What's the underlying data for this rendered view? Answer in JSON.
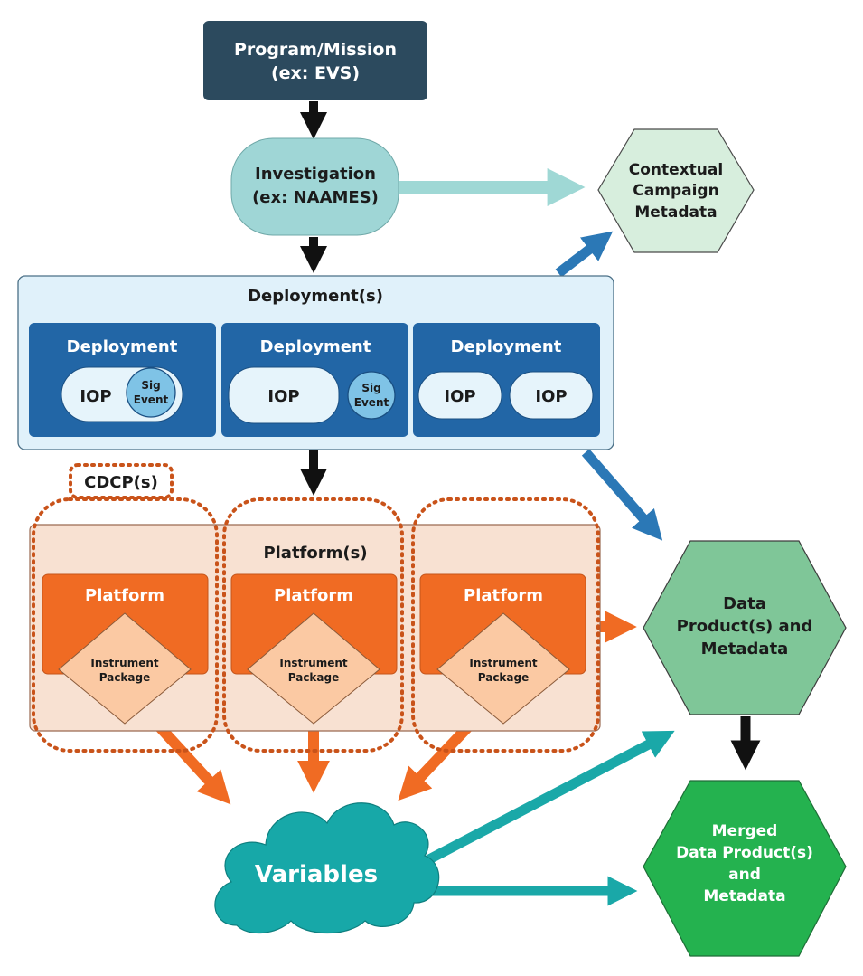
{
  "program": {
    "line1": "Program/Mission",
    "line2": "(ex: EVS)"
  },
  "investigation": {
    "line1": "Investigation",
    "line2": "(ex: NAAMES)"
  },
  "contextual": {
    "line1": "Contextual",
    "line2": "Campaign",
    "line3": "Metadata"
  },
  "deployments": {
    "title": "Deployment(s)",
    "items": [
      {
        "label": "Deployment",
        "iop": "IOP",
        "sig_line1": "Sig",
        "sig_line2": "Event"
      },
      {
        "label": "Deployment",
        "iop": "IOP",
        "sig_line1": "Sig",
        "sig_line2": "Event"
      },
      {
        "label": "Deployment",
        "iop1": "IOP",
        "iop2": "IOP"
      }
    ]
  },
  "cdcp": {
    "label": "CDCP(s)"
  },
  "platforms": {
    "title": "Platform(s)",
    "items": [
      {
        "label": "Platform",
        "pkg_line1": "Instrument",
        "pkg_line2": "Package"
      },
      {
        "label": "Platform",
        "pkg_line1": "Instrument",
        "pkg_line2": "Package"
      },
      {
        "label": "Platform",
        "pkg_line1": "Instrument",
        "pkg_line2": "Package"
      }
    ]
  },
  "data_product": {
    "line1": "Data",
    "line2": "Product(s) and",
    "line3": "Metadata"
  },
  "variables": {
    "label": "Variables"
  },
  "merged": {
    "line1": "Merged",
    "line2": "Data Product(s)",
    "line3": "and",
    "line4": "Metadata"
  },
  "colors": {
    "navy": "#2c4a5e",
    "investigation": "#9fd6d6",
    "contextual": "#d7eedd",
    "deployments_bg": "#e0f1fa",
    "deployment": "#2266a6",
    "iop": "#e6f4fb",
    "sig_event": "#7fc3e6",
    "platforms_bg": "#f8e1d2",
    "platform": "#f06b23",
    "package": "#fbc9a3",
    "cdcp_dots": "#c9531a",
    "data_product": "#7fc698",
    "merged": "#24b24f",
    "variables": "#17a8a8",
    "arrow_black": "#111111",
    "arrow_light": "#9fd8d5",
    "arrow_blue": "#2b78b6",
    "arrow_orange": "#f06b23",
    "arrow_teal": "#1aa8a8"
  }
}
